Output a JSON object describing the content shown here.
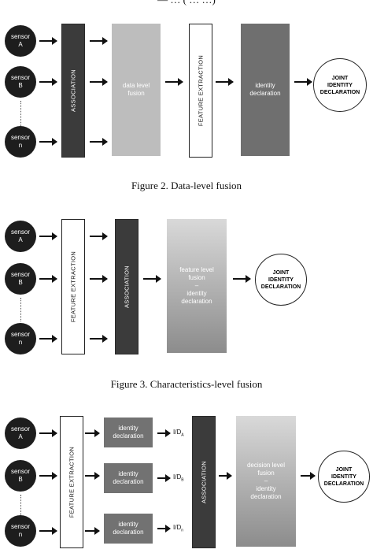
{
  "top_caption_fragment": "— … ( … …)",
  "sensors": {
    "a": "sensor\nA",
    "b": "sensor\nB",
    "n": "sensor\nn"
  },
  "labels": {
    "association": "ASSOCIATION",
    "feature_extraction": "FEATURE EXTRACTION",
    "data_level_fusion": "data level\nfusion",
    "identity_declaration": "identity\ndeclaration",
    "joint_identity": "JOINT\nIDENTITY\nDECLARATION",
    "feature_level_fusion": "feature level\nfusion\n–\nidentity\ndeclaration",
    "decision_level_fusion": "decision level\nfusion\n–\nidentity\ndeclaration",
    "id_a": "I/D",
    "id_a_sub": "A",
    "id_b": "I/D",
    "id_b_sub": "B",
    "id_n": "I/D",
    "id_n_sub": "n"
  },
  "captions": {
    "fig2": "Figure 2.    Data-level fusion",
    "fig3": "Figure 3.    Characteristics-level fusion"
  }
}
